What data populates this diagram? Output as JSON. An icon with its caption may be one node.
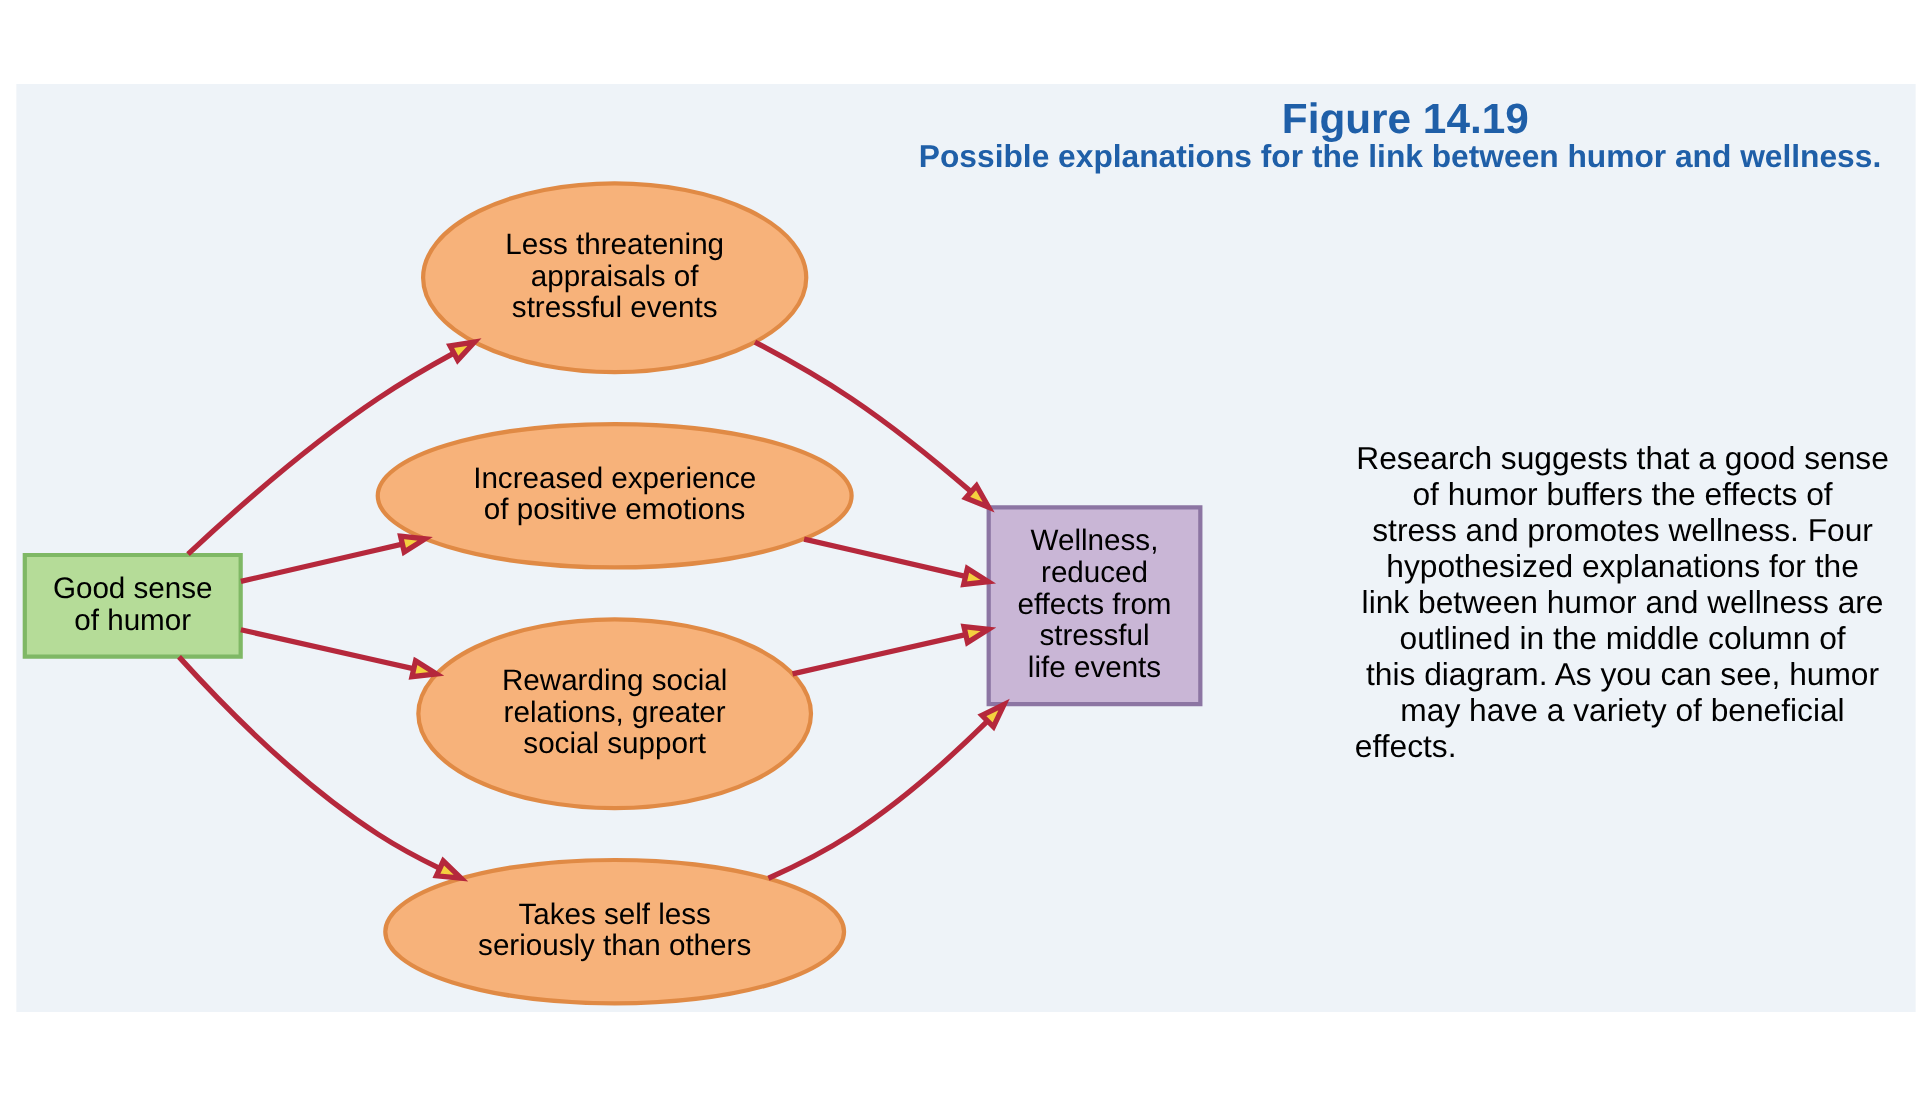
{
  "diagram": {
    "title": "Figure 14.19",
    "caption": "Possible explanations for the link between humor and wellness.",
    "nodes": [
      {
        "text": [
          "Good sense of humor"
        ]
      },
      {
        "text": [
          "Less threatening appraisals of stressful events"
        ]
      },
      {
        "text": [
          "Increased experience of positive emotions"
        ]
      },
      {
        "text": [
          "Rewarding social relations, greater social support"
        ]
      },
      {
        "text": [
          "Takes self less seriously than others"
        ]
      },
      {
        "text": [
          "Wellness, reduced effects from stressful life events"
        ]
      }
    ],
    "edges": [
      {
        "from": 0,
        "to": 1,
        "arrow": "to"
      },
      {
        "from": 0,
        "to": 2,
        "arrow": "to"
      },
      {
        "from": 0,
        "to": 3,
        "arrow": "to"
      },
      {
        "from": 0,
        "to": 4,
        "arrow": "to"
      },
      {
        "from": 1,
        "to": 5,
        "arrow": "to"
      },
      {
        "from": 2,
        "to": 5,
        "arrow": "to"
      },
      {
        "from": 3,
        "to": 5,
        "arrow": "to"
      },
      {
        "from": 4,
        "to": 5,
        "arrow": "to"
      }
    ],
    "labels": [
      "Research suggests that a good sense of humor buffers the effects of stress and promotes wellness. Four hypothesized explanations for the link between humor and wellness are outlined in the middle column of this diagram. As you can see, humor may have a variety of beneficial effects."
    ]
  }
}
